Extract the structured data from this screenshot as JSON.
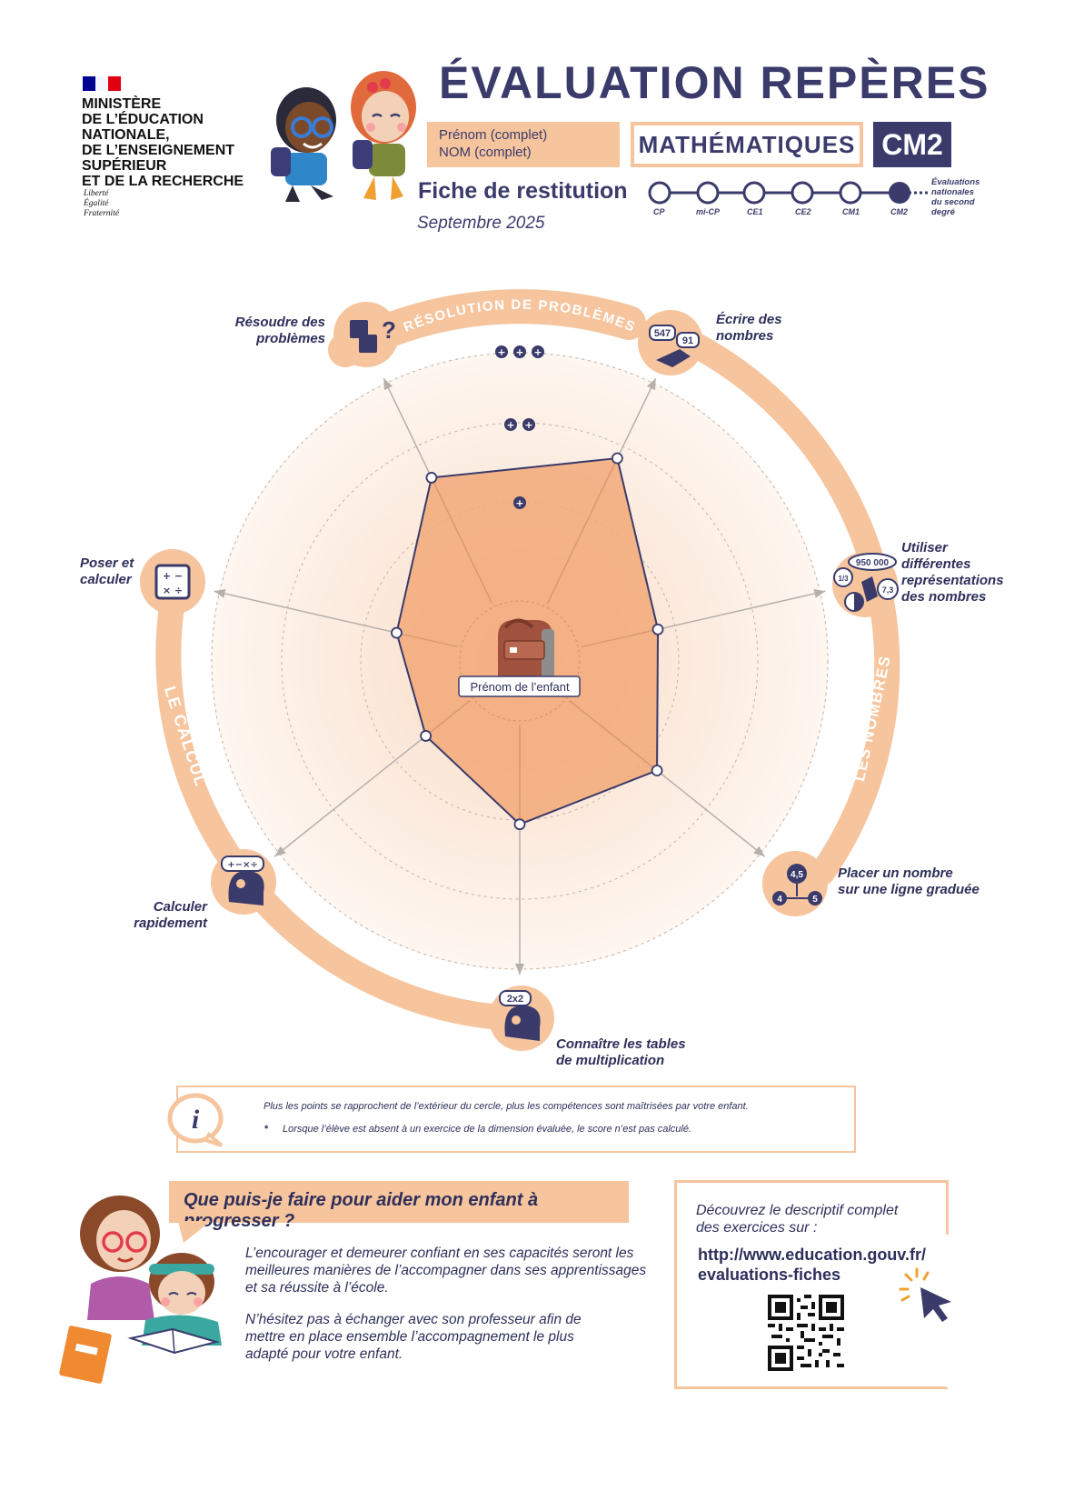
{
  "header": {
    "ministry": "MINISTÈRE\nDE L’ÉDUCATION\nNATIONALE,\nDE L’ENSEIGNEMENT\nSUPÉRIEUR\nET DE LA RECHERCHE",
    "devise": "Liberté\nÉgalité\nFraternité",
    "title": "ÉVALUATION REPÈRES",
    "first_name": "Prénom (complet)",
    "last_name": "NOM (complet)",
    "subject": "MATHÉMATIQUES",
    "level": "CM2",
    "sheet_title": "Fiche de restitution",
    "date": "Septembre 2025"
  },
  "timeline": {
    "steps": [
      "CP",
      "mi-CP",
      "CE1",
      "CE2",
      "CM1",
      "CM2"
    ],
    "current": "CM2",
    "note": "Évaluations\nnationales\ndu second\ndegré"
  },
  "radar": {
    "center_label": "Prénom de l’enfant",
    "arc_labels": {
      "resolution": "RÉSOLUTION DE PROBLÈMES",
      "nombres": "LES NOMBRES",
      "calcul": "LE CALCUL"
    },
    "axes": [
      {
        "id": "resoudre",
        "label": "Résoudre des\nproblèmes",
        "score": 0.66,
        "icon": "puzzle-question-icon"
      },
      {
        "id": "ecrire",
        "label": "Écrire des\nnombres",
        "score": 0.73,
        "icon": "writing-numbers-icon"
      },
      {
        "id": "representations",
        "label": "Utiliser\ndifférentes\nreprésentations\ndes nombres",
        "score": 0.46,
        "icon": "fraction-representations-icon"
      },
      {
        "id": "ligne",
        "label": "Placer un nombre\nsur une ligne graduée",
        "score": 0.57,
        "icon": "number-line-icon"
      },
      {
        "id": "tables",
        "label": "Connaître les tables\nde multiplication",
        "score": 0.53,
        "icon": "multiplication-head-icon"
      },
      {
        "id": "rapide",
        "label": "Calculer\nrapidement",
        "score": 0.39,
        "icon": "mental-calc-head-icon"
      },
      {
        "id": "poser",
        "label": "Poser et\ncalculer",
        "score": 0.41,
        "icon": "calculator-icon"
      }
    ],
    "icon_texts": {
      "ecrire_a": "547",
      "ecrire_b": "91",
      "repr_a": "950 000",
      "repr_b": "7,3",
      "repr_c": "1/3",
      "ligne_a": "4,5",
      "ligne_b": "4",
      "ligne_c": "5",
      "tables": "2x2",
      "rapide": "+−×÷",
      "poser": "+ −\n× ÷"
    },
    "ring_levels": [
      1,
      2,
      3
    ]
  },
  "info": {
    "line1": "Plus les points se rapprochent de l’extérieur du cercle, plus les compétences sont maîtrisées par votre enfant.",
    "bullet": "*",
    "line2": "Lorsque l’élève est absent à un exercice de la dimension évaluée, le score n’est pas calculé."
  },
  "help": {
    "question": "Que puis-je faire pour aider mon enfant à progresser ?",
    "para1": "L’encourager et demeurer confiant en ses capacités seront les\nmeilleures manières de l’accompagner dans ses apprentissages\net sa réussite à l’école.",
    "para2": "N’hésitez pas à échanger avec son professeur afin de\nmettre en place ensemble l’accompagnement le plus\nadapté pour votre enfant."
  },
  "resources": {
    "intro": "Découvrez le descriptif complet\ndes exercices sur :",
    "url": "http://www.education.gouv.fr/\nevaluations-fiches"
  },
  "colors": {
    "navy": "#3a3b6b",
    "peach": "#f6c49d",
    "orange_fill": "#f2a878",
    "ring_bg": "#fdf0e6"
  }
}
